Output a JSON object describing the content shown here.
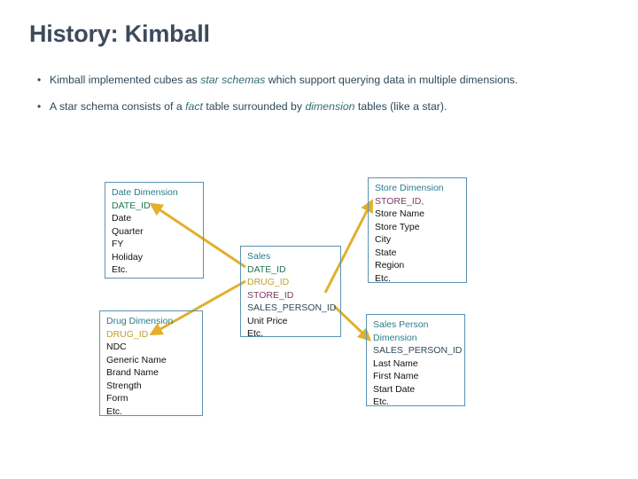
{
  "slide": {
    "title": "History: Kimball",
    "title_color": "#3E4A5C",
    "body_color": "#2F4858",
    "accent_italic_color": "#2F6E73",
    "box_border_color": "#5C93B0",
    "arrow_color": "#E0B02E"
  },
  "bullets": [
    {
      "marker": "•",
      "segments": [
        {
          "text": "Kimball implemented cubes as ",
          "style": "normal"
        },
        {
          "text": "star schemas",
          "style": "italic"
        },
        {
          "text": " which support querying data in multiple dimensions.",
          "style": "normal"
        }
      ]
    },
    {
      "marker": "•",
      "segments": [
        {
          "text": "A star schema consists of a ",
          "style": "normal"
        },
        {
          "text": "fact",
          "style": "italic"
        },
        {
          "text": " table surrounded by ",
          "style": "normal"
        },
        {
          "text": "dimension",
          "style": "italic"
        },
        {
          "text": " tables (like a star).",
          "style": "normal"
        }
      ]
    }
  ],
  "diagram": {
    "type": "star-schema",
    "entities": [
      {
        "id": "date-dimension",
        "name": "Date Dimension",
        "fields": [
          {
            "text": "Date Dimension",
            "color": "title"
          },
          {
            "text": "DATE_ID",
            "color": "green"
          },
          {
            "text": "Date",
            "color": "dark"
          },
          {
            "text": "Quarter",
            "color": "dark"
          },
          {
            "text": "FY",
            "color": "dark"
          },
          {
            "text": "Holiday",
            "color": "dark"
          },
          {
            "text": "Etc.",
            "color": "dark"
          }
        ]
      },
      {
        "id": "drug-dimension",
        "name": "Drug Dimension",
        "fields": [
          {
            "text": "Drug Dimension",
            "color": "title"
          },
          {
            "text": "DRUG_ID",
            "color": "gold"
          },
          {
            "text": "NDC",
            "color": "dark"
          },
          {
            "text": "Generic Name",
            "color": "dark"
          },
          {
            "text": "Brand Name",
            "color": "dark"
          },
          {
            "text": "Strength",
            "color": "dark"
          },
          {
            "text": "Form",
            "color": "dark"
          },
          {
            "text": "Etc.",
            "color": "dark"
          }
        ]
      },
      {
        "id": "sales-fact",
        "name": "Sales",
        "fields": [
          {
            "text": "Sales",
            "color": "title"
          },
          {
            "text": "DATE_ID",
            "color": "green"
          },
          {
            "text": "DRUG_ID",
            "color": "gold"
          },
          {
            "text": "STORE_ID",
            "color": "purple"
          },
          {
            "text": "SALES_PERSON_ID",
            "color": "navy"
          },
          {
            "text": "Unit Price",
            "color": "dark"
          },
          {
            "text": "Etc.",
            "color": "dark"
          }
        ]
      },
      {
        "id": "store-dimension",
        "name": "Store Dimension",
        "fields": [
          {
            "text": "Store Dimension",
            "color": "title"
          },
          {
            "text": "STORE_ID,",
            "color": "purple"
          },
          {
            "text": "Store Name",
            "color": "dark"
          },
          {
            "text": "Store Type",
            "color": "dark"
          },
          {
            "text": "City",
            "color": "dark"
          },
          {
            "text": "State",
            "color": "dark"
          },
          {
            "text": "Region",
            "color": "dark"
          },
          {
            "text": "Etc.",
            "color": "dark"
          }
        ]
      },
      {
        "id": "sales-person-dimension",
        "name": "Sales Person Dimension",
        "fields": [
          {
            "text": "Sales Person",
            "color": "title"
          },
          {
            "text": "Dimension",
            "color": "title"
          },
          {
            "text": "SALES_PERSON_ID",
            "color": "navy"
          },
          {
            "text": "Last Name",
            "color": "dark"
          },
          {
            "text": "First Name",
            "color": "dark"
          },
          {
            "text": "Start Date",
            "color": "dark"
          },
          {
            "text": "Etc.",
            "color": "dark"
          }
        ]
      }
    ],
    "relationships": [
      {
        "id": "sales-to-date",
        "from": "sales-fact",
        "to": "date-dimension",
        "key": "DATE_ID"
      },
      {
        "id": "sales-to-drug",
        "from": "sales-fact",
        "to": "drug-dimension",
        "key": "DRUG_ID"
      },
      {
        "id": "sales-to-store",
        "from": "sales-fact",
        "to": "store-dimension",
        "key": "STORE_ID"
      },
      {
        "id": "sales-to-salesperson",
        "from": "sales-fact",
        "to": "sales-person-dimension",
        "key": "SALES_PERSON_ID"
      }
    ]
  }
}
